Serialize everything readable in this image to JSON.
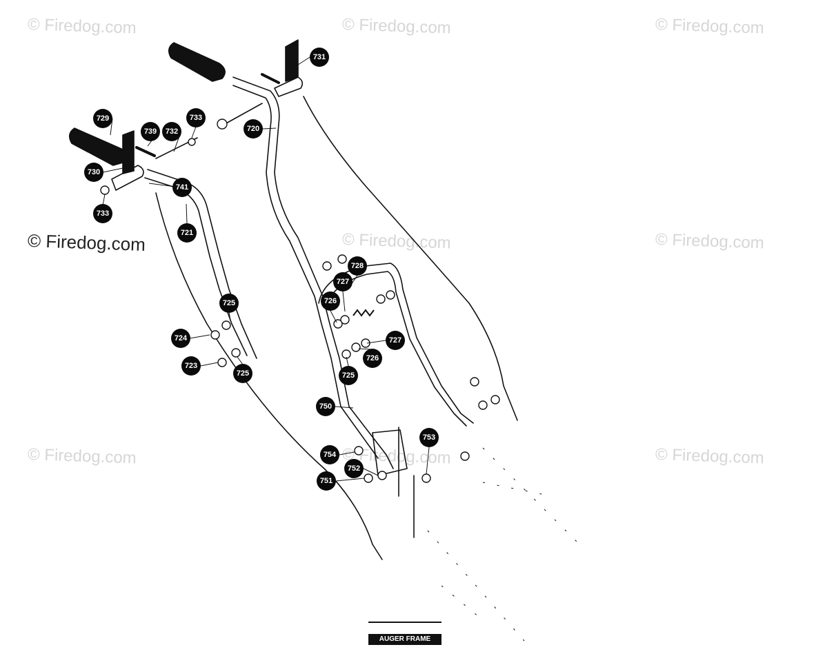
{
  "watermarks": {
    "main": "© Firedog.com",
    "faint": "© Firedog.com"
  },
  "frame_label": "AUGER FRAME",
  "callouts": [
    "729",
    "739",
    "732",
    "733",
    "730",
    "733",
    "741",
    "721",
    "731",
    "720",
    "728",
    "727",
    "726",
    "725",
    "724",
    "723",
    "725",
    "727",
    "726",
    "725",
    "750",
    "753",
    "754",
    "752",
    "751"
  ],
  "colors": {
    "line": "#111111",
    "callout_fill": "#0a0a0a",
    "callout_text": "#ffffff",
    "watermark": "#d6d6d6"
  }
}
